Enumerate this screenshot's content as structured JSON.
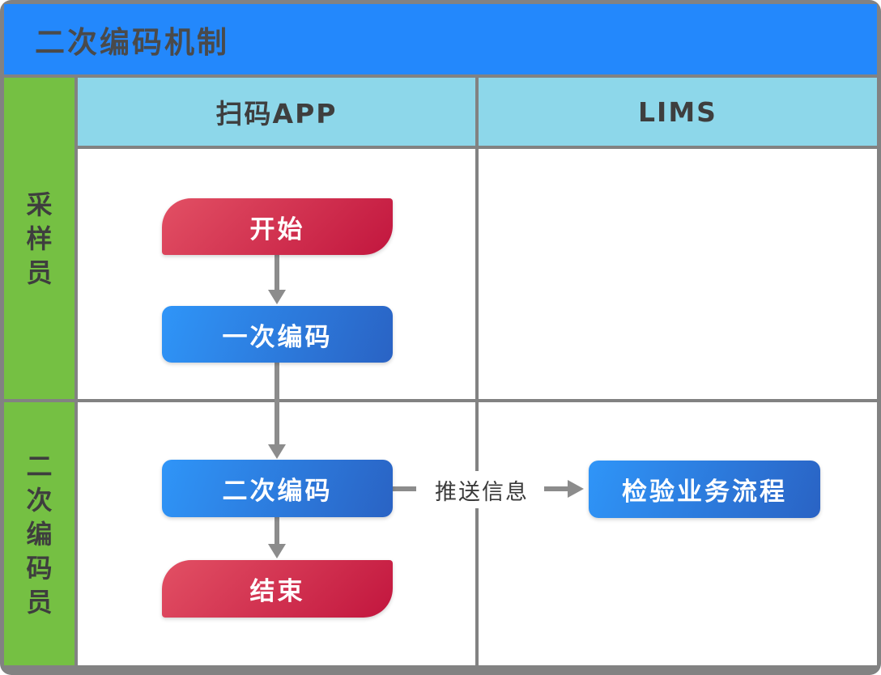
{
  "title": "二次编码机制",
  "columns": [
    {
      "label": "扫码APP"
    },
    {
      "label": "LIMS"
    }
  ],
  "lanes": [
    {
      "label": "采样员"
    },
    {
      "label": "二次编码员"
    }
  ],
  "nodes": {
    "start": "开始",
    "first_coding": "一次编码",
    "second_coding": "二次编码",
    "end": "结束",
    "inspection_process": "检验业务流程"
  },
  "edge_labels": {
    "push_info": "推送信息"
  },
  "colors": {
    "title_bar": "#2388FC",
    "column_header": "#8DD7EA",
    "lane": "#75C043",
    "grid_line": "#828282",
    "node_blue_light": "#2F95F8",
    "node_blue_dark": "#2A63C4",
    "node_red_light": "#E25064",
    "node_red_dark": "#C2163E",
    "arrow": "#8C8C8C",
    "heading_text": "#3E3E3E",
    "node_text": "#FFFFFF"
  }
}
